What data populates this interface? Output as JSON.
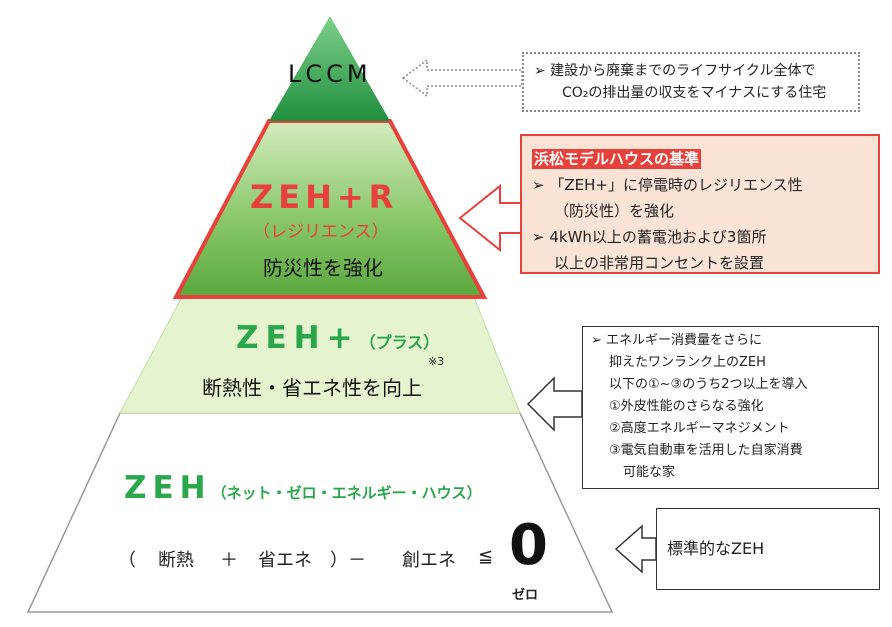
{
  "colors": {
    "top_green": "#2e9e4a",
    "r_green": "#6fb84f",
    "red": "#e8403a",
    "plus_fill": "#e6f3cf",
    "label_green": "#2aa64b",
    "callout_fill": "#fbe4d6"
  },
  "tiers": {
    "lccm": {
      "label": "LCCM"
    },
    "zehr": {
      "title": "ZEH+R",
      "subtitle": "（レジリエンス）",
      "desc": "防災性を強化"
    },
    "zehplus": {
      "title": "ZEH+",
      "suffix": "（プラス）",
      "note": "※3",
      "desc": "断熱性・省エネ性を向上"
    },
    "zeh": {
      "title": "ZEH",
      "suffix": "（ネット・ゼロ・エネルギー・ハウス）",
      "formula": {
        "open": "（",
        "insulation": "断熱",
        "plus": "＋",
        "energy_saving": "省エネ",
        "close_minus": "）－",
        "creation": "創エネ",
        "leq": "≦",
        "zero": "0",
        "zero_reading": "ゼロ"
      }
    }
  },
  "callouts": {
    "lccm": {
      "lines": [
        "➢ 建設から廃棄までのライフサイクル全体で",
        "CO₂の排出量の収支をマイナスにする住宅"
      ]
    },
    "hamamatsu": {
      "heading": "浜松モデルハウスの基準",
      "lines": [
        "➢ 「ZEH+」に停電時のレジリエンス性",
        "（防災性）を強化",
        "➢ 4kWh以上の蓄電池および3箇所",
        "以上の非常用コンセントを設置"
      ]
    },
    "zehplus": {
      "lines": [
        "➢ エネルギー消費量をさらに",
        "抑えたワンランク上のZEH",
        "以下の①~③のうち2つ以上を導入",
        "①外皮性能のさらなる強化",
        "②高度エネルギーマネジメント",
        "③電気自動車を活用した自家消費",
        "可能な家"
      ]
    },
    "zeh": {
      "text": "標準的なZEH"
    }
  }
}
